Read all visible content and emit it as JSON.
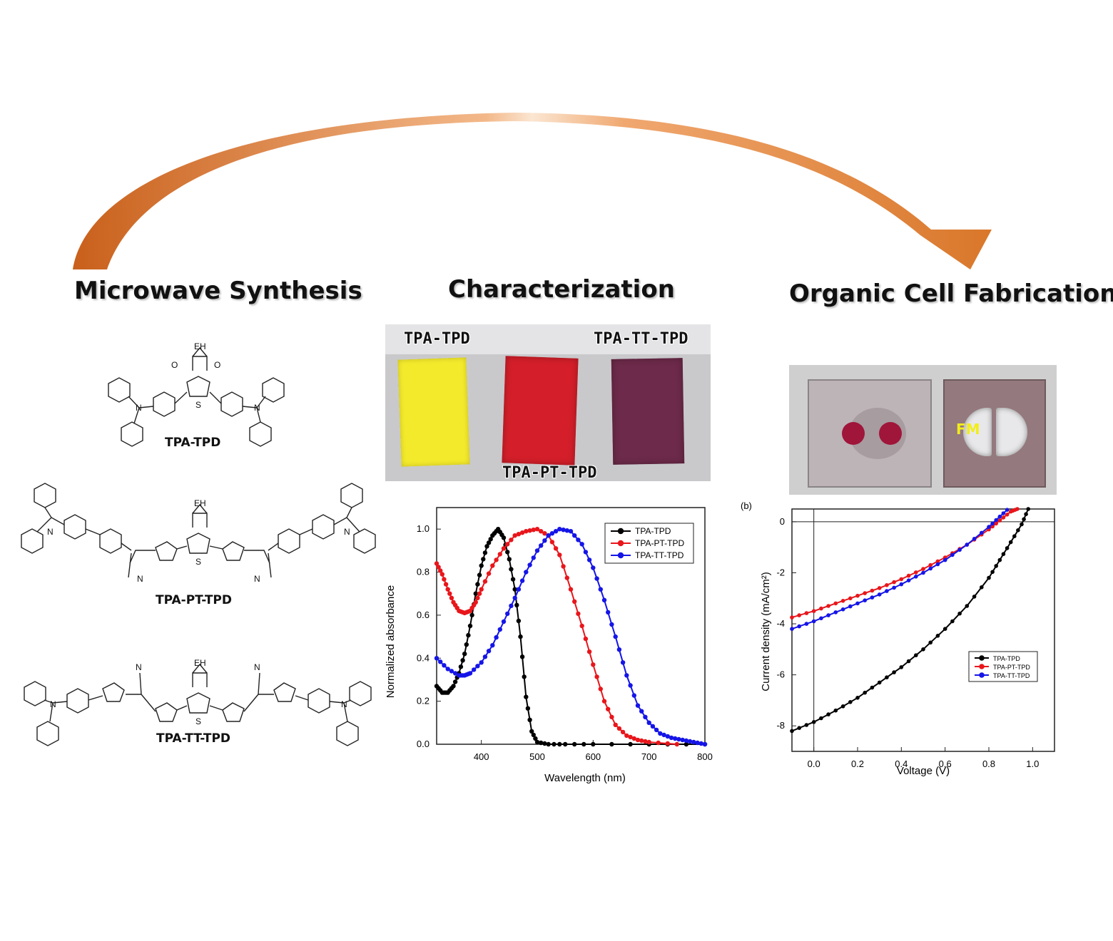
{
  "headings": {
    "synthesis": "Microwave Synthesis",
    "characterization": "Characterization",
    "fabrication": "Organic Cell Fabrication"
  },
  "molecules": [
    {
      "label": "TPA-TPD",
      "substituent": "EH"
    },
    {
      "label": "TPA-PT-TPD",
      "substituent": "EH"
    },
    {
      "label": "TPA-TT-TPD",
      "substituent": "EH"
    }
  ],
  "atoms": {
    "nitrogen": "N",
    "sulfur": "S",
    "oxygen": "O",
    "nitrile": "N"
  },
  "films_photo": {
    "labels": [
      "TPA-TPD",
      "TPA-TT-TPD",
      "TPA-PT-TPD"
    ],
    "colors": {
      "yellow": "#f4ea2c",
      "red": "#d41f2a",
      "purple": "#6d2a4a"
    }
  },
  "device_photo": {
    "label": "FM"
  },
  "colors": {
    "arrow": "#d9772a",
    "tpa_tpd": "#000000",
    "tpa_pt_tpd": "#e8161b",
    "tpa_tt_tpd": "#1515e8"
  },
  "chart_data": [
    {
      "type": "line",
      "xlabel": "Wavelength (nm)",
      "ylabel": "Normalized absorbance",
      "xlim": [
        320,
        800
      ],
      "ylim": [
        0,
        1.1
      ],
      "xticks": [
        "400",
        "500",
        "600",
        "700",
        "800"
      ],
      "yticks": [
        "0.0",
        "0.2",
        "0.4",
        "0.6",
        "0.8",
        "1.0"
      ],
      "legend_position": "top-right",
      "series": [
        {
          "name": "TPA-TPD",
          "x": [
            320,
            330,
            340,
            350,
            360,
            370,
            380,
            390,
            400,
            410,
            420,
            430,
            440,
            450,
            460,
            470,
            480,
            490,
            500,
            520,
            550,
            600,
            700,
            800
          ],
          "y": [
            0.27,
            0.24,
            0.24,
            0.27,
            0.33,
            0.42,
            0.55,
            0.7,
            0.83,
            0.92,
            0.97,
            1.0,
            0.96,
            0.86,
            0.72,
            0.5,
            0.22,
            0.06,
            0.01,
            0.0,
            0.0,
            0.0,
            0.0,
            0.0
          ]
        },
        {
          "name": "TPA-PT-TPD",
          "x": [
            320,
            330,
            340,
            350,
            360,
            370,
            380,
            390,
            400,
            420,
            440,
            460,
            480,
            500,
            520,
            540,
            560,
            580,
            600,
            620,
            640,
            660,
            680,
            700,
            750
          ],
          "y": [
            0.84,
            0.79,
            0.72,
            0.66,
            0.62,
            0.61,
            0.62,
            0.66,
            0.72,
            0.83,
            0.91,
            0.97,
            0.99,
            1.0,
            0.97,
            0.88,
            0.72,
            0.55,
            0.37,
            0.2,
            0.09,
            0.04,
            0.02,
            0.01,
            0.0
          ]
        },
        {
          "name": "TPA-TT-TPD",
          "x": [
            320,
            340,
            360,
            370,
            380,
            400,
            420,
            440,
            460,
            480,
            500,
            520,
            540,
            560,
            580,
            600,
            620,
            640,
            660,
            680,
            700,
            720,
            740,
            760,
            780,
            800
          ],
          "y": [
            0.4,
            0.35,
            0.32,
            0.32,
            0.33,
            0.38,
            0.46,
            0.57,
            0.68,
            0.8,
            0.9,
            0.97,
            1.0,
            0.99,
            0.93,
            0.82,
            0.67,
            0.5,
            0.32,
            0.18,
            0.1,
            0.05,
            0.03,
            0.02,
            0.01,
            0.0
          ]
        }
      ]
    },
    {
      "type": "line",
      "panel_label": "(b)",
      "xlabel": "Voltage (V)",
      "ylabel": "Current density (mA/cm²)",
      "xlim": [
        -0.1,
        1.1
      ],
      "ylim": [
        -9,
        0.5
      ],
      "xticks": [
        "0.0",
        "0.2",
        "0.4",
        "0.6",
        "0.8",
        "1.0"
      ],
      "yticks": [
        "0",
        "-2",
        "-4",
        "-6",
        "-8"
      ],
      "legend_position": "bottom-right",
      "series": [
        {
          "name": "TPA-TPD",
          "x": [
            -0.1,
            0.0,
            0.1,
            0.2,
            0.3,
            0.4,
            0.5,
            0.6,
            0.7,
            0.8,
            0.85,
            0.9,
            0.95,
            0.98
          ],
          "y": [
            -8.2,
            -7.85,
            -7.4,
            -6.9,
            -6.3,
            -5.7,
            -5.0,
            -4.2,
            -3.3,
            -2.2,
            -1.5,
            -0.8,
            -0.1,
            0.5
          ]
        },
        {
          "name": "TPA-PT-TPD",
          "x": [
            -0.1,
            0.0,
            0.1,
            0.2,
            0.3,
            0.4,
            0.5,
            0.6,
            0.7,
            0.8,
            0.85,
            0.9,
            0.93
          ],
          "y": [
            -3.75,
            -3.5,
            -3.2,
            -2.9,
            -2.6,
            -2.25,
            -1.85,
            -1.4,
            -0.9,
            -0.3,
            0.05,
            0.4,
            0.5
          ]
        },
        {
          "name": "TPA-TT-TPD",
          "x": [
            -0.1,
            0.0,
            0.1,
            0.2,
            0.3,
            0.4,
            0.5,
            0.6,
            0.7,
            0.8,
            0.85,
            0.9
          ],
          "y": [
            -4.2,
            -3.9,
            -3.55,
            -3.2,
            -2.85,
            -2.45,
            -2.0,
            -1.5,
            -0.9,
            -0.2,
            0.2,
            0.6
          ]
        }
      ]
    }
  ]
}
